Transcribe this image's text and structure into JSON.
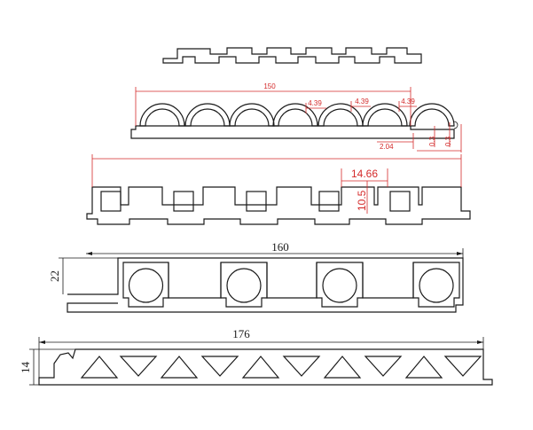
{
  "profiles": [
    {
      "id": "profile-1",
      "dimensions": []
    },
    {
      "id": "profile-2",
      "dimensions": [
        {
          "name": "overall-width",
          "label": "150"
        },
        {
          "name": "arc-gap-1",
          "label": "4.39"
        },
        {
          "name": "arc-gap-2",
          "label": "4.39"
        },
        {
          "name": "arc-gap-3",
          "label": "4.39"
        },
        {
          "name": "edge-offset",
          "label": "2.04"
        },
        {
          "name": "thickness-1",
          "label": "0.3"
        },
        {
          "name": "thickness-2",
          "label": "0.3"
        }
      ]
    },
    {
      "id": "profile-3",
      "dimensions": [
        {
          "name": "slot-width",
          "label": "14.66"
        },
        {
          "name": "slot-depth",
          "label": "10.5"
        }
      ]
    },
    {
      "id": "profile-4",
      "dimensions": [
        {
          "name": "overall-width",
          "label": "160"
        },
        {
          "name": "height",
          "label": "22"
        }
      ]
    },
    {
      "id": "profile-5",
      "dimensions": [
        {
          "name": "overall-width",
          "label": "176"
        },
        {
          "name": "height",
          "label": "14"
        }
      ]
    }
  ],
  "colors": {
    "outline": "#1a1a1a",
    "dimension_red": "#d42a2a",
    "background": "#ffffff"
  }
}
